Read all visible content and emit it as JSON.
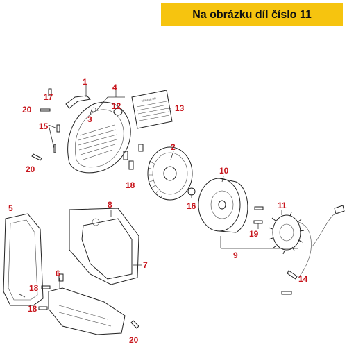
{
  "banner": {
    "text": "Na obrázku díl číslo 11",
    "color": "#f6c40f"
  },
  "callouts": {
    "c1": "1",
    "c2": "2",
    "c3": "3",
    "c4": "4",
    "c5": "5",
    "c6": "6",
    "c7": "7",
    "c8": "8",
    "c9": "9",
    "c10": "10",
    "c11": "11",
    "c12": "12",
    "c13": "13",
    "c14": "14",
    "c15": "15",
    "c16": "16",
    "c17": "17",
    "c18a": "18",
    "c18b": "18",
    "c18c": "18",
    "c19": "19",
    "c20a": "20",
    "c20b": "20",
    "c20c": "20"
  },
  "oil_label": {
    "title": "ENGINE OIL"
  },
  "colors": {
    "callout": "#c8161d",
    "line": "#222222"
  }
}
